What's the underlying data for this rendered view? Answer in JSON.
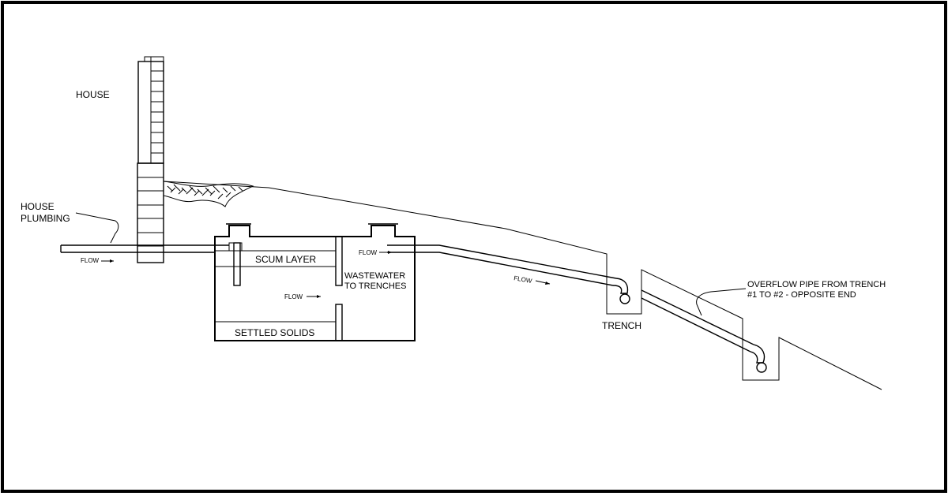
{
  "labels": {
    "house": "HOUSE",
    "house_plumbing_1": "HOUSE",
    "house_plumbing_2": "PLUMBING",
    "scum_layer": "SCUM LAYER",
    "settled_solids": "SETTLED SOLIDS",
    "wastewater_1": "WASTEWATER",
    "wastewater_2": "TO TRENCHES",
    "trench": "TRENCH",
    "overflow_1": "OVERFLOW PIPE FROM TRENCH",
    "overflow_2": "#1 TO #2 - OPPOSITE END"
  },
  "flow_labels": {
    "house_pipe": "FLOW",
    "tank_middle": "FLOW",
    "tank_outlet": "FLOW",
    "drain_pipe": "FLOW"
  },
  "icons": {
    "flow_arrow": "arrow-right-icon",
    "pipe_elbow": "elbow-icon"
  },
  "colors": {
    "ink": "#000000",
    "background": "#ffffff"
  }
}
